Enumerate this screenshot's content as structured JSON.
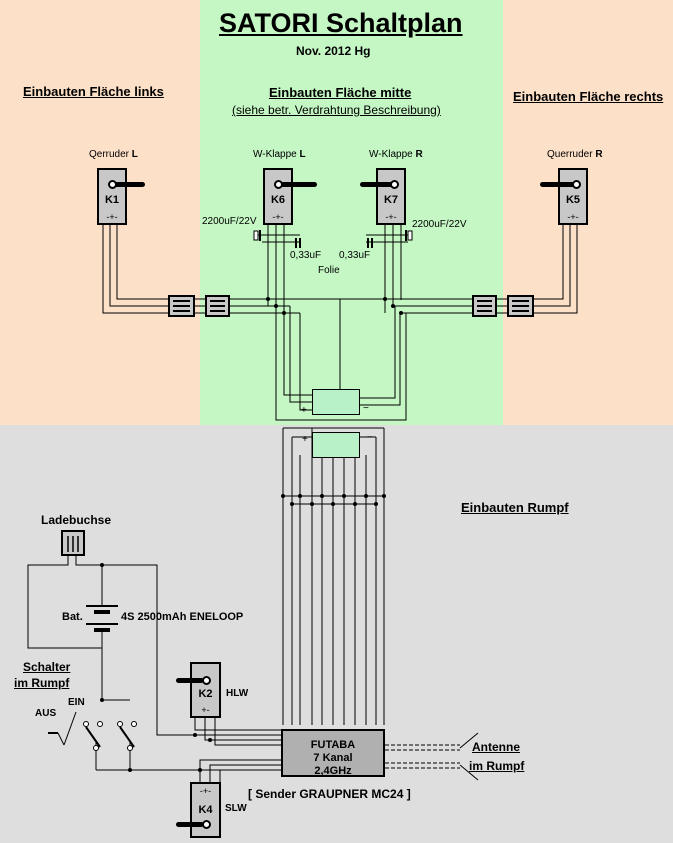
{
  "title": "SATORI Schaltplan",
  "subtitle": "Nov. 2012  Hg",
  "zones": {
    "left": "Einbauten Fläche links",
    "middle": "Einbauten Fläche mitte",
    "middle_note": "(siehe betr. Verdrahtung Beschreibung)",
    "right": "Einbauten Fläche rechts",
    "fuselage": "Einbauten Rumpf"
  },
  "servos": {
    "k1": {
      "caption": "Qerruder",
      "side": "L",
      "id": "K1",
      "pins": "-+-"
    },
    "k6": {
      "caption": "W-Klappe",
      "side": "L",
      "id": "K6",
      "pins": "-+-"
    },
    "k7": {
      "caption": "W-Klappe",
      "side": "R",
      "id": "K7",
      "pins": "-+-"
    },
    "k5": {
      "caption": "Querruder",
      "side": "R",
      "id": "K5",
      "pins": "-+-"
    },
    "k2": {
      "id": "K2",
      "pins": "+-",
      "label": "HLW"
    },
    "k4": {
      "id": "K4",
      "pins": "-+-",
      "label": "SLW"
    }
  },
  "capacitors": {
    "elko_left": "2200uF/22V",
    "elko_right": "2200uF/22V",
    "film_left": "0,33uF",
    "film_right": "0,33uF",
    "film_note": "Folie"
  },
  "polarity": {
    "plus": "+",
    "minus": "−"
  },
  "charging": {
    "label": "Ladebuchse"
  },
  "battery": {
    "label": "Bat.",
    "spec": "4S 2500mAh ENELOOP"
  },
  "switch": {
    "title_line1": "Schalter",
    "title_line2": "im Rumpf",
    "on": "EIN",
    "off": "AUS"
  },
  "receiver": {
    "line1": "FUTABA",
    "line2": "7 Kanal",
    "line3": "2,4GHz"
  },
  "transmitter": "[ Sender GRAUPNER MC24 ]",
  "antenna": {
    "line1": "Antenne",
    "line2": "im Rumpf"
  },
  "colors": {
    "wing_side": "#fde0c8",
    "wing_middle": "#c4f7c4",
    "fuselage": "#dedede",
    "component": "#c8c8c8"
  }
}
